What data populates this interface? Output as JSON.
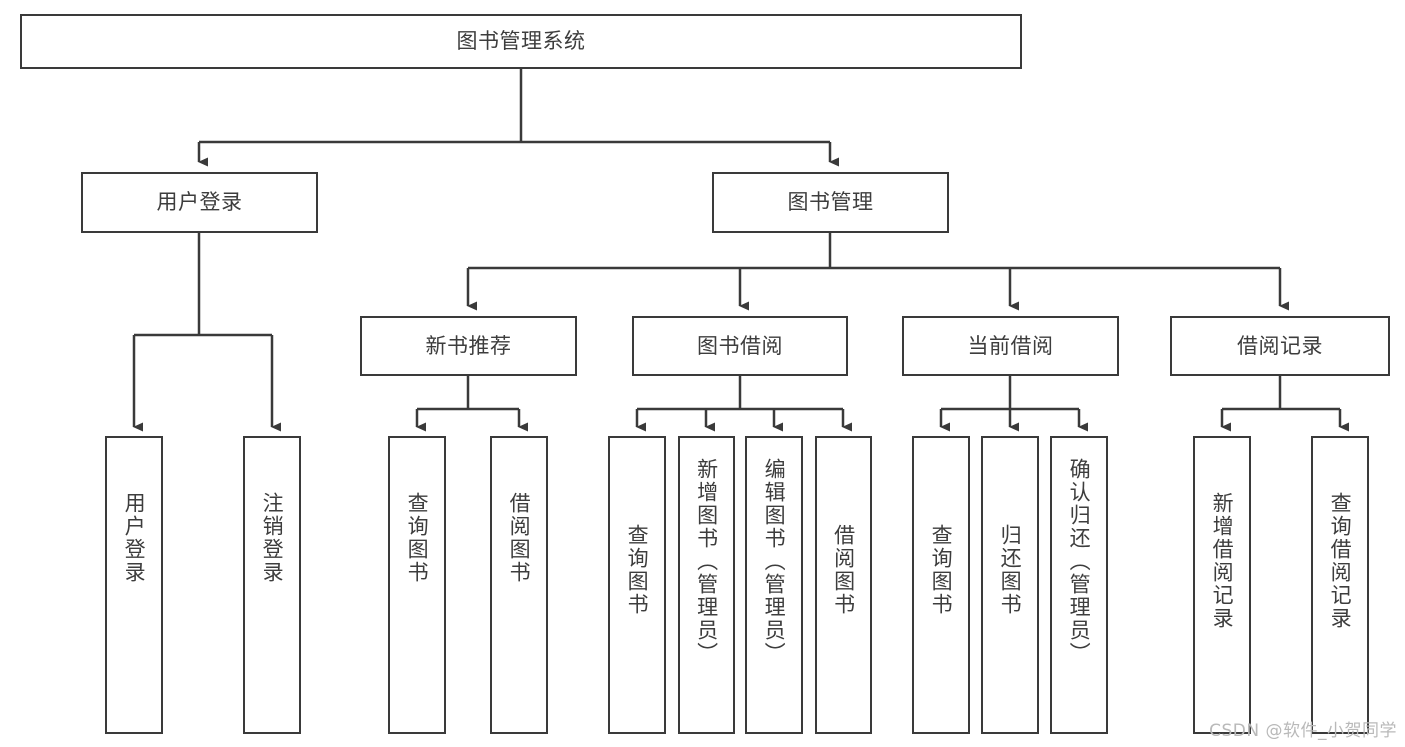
{
  "diagram": {
    "type": "tree-hierarchy-chart",
    "title": "图书管理系统",
    "stroke_color": "#3a3a3a",
    "text_color": "#3d3d3d",
    "background_color": "#ffffff",
    "watermark": "CSDN @软件_小贺同学",
    "root": {
      "label": "图书管理系统"
    },
    "level2": [
      {
        "label": "用户登录"
      },
      {
        "label": "图书管理"
      }
    ],
    "level3": [
      {
        "label": "新书推荐"
      },
      {
        "label": "图书借阅"
      },
      {
        "label": "当前借阅"
      },
      {
        "label": "借阅记录"
      }
    ],
    "leaves": {
      "user_login": [
        {
          "label": "用户登录"
        },
        {
          "label": "注销登录"
        }
      ],
      "new_book_recommend": [
        {
          "label": "查询图书"
        },
        {
          "label": "借阅图书"
        }
      ],
      "book_borrow": [
        {
          "label": "查询图书"
        },
        {
          "label": "新增图书（管理员）"
        },
        {
          "label": "编辑图书（管理员）"
        },
        {
          "label": "借阅图书"
        }
      ],
      "current_borrow": [
        {
          "label": "查询图书"
        },
        {
          "label": "归还图书"
        },
        {
          "label": "确认归还（管理员）"
        }
      ],
      "borrow_record": [
        {
          "label": "新增借阅记录"
        },
        {
          "label": "查询借阅记录"
        }
      ]
    }
  }
}
